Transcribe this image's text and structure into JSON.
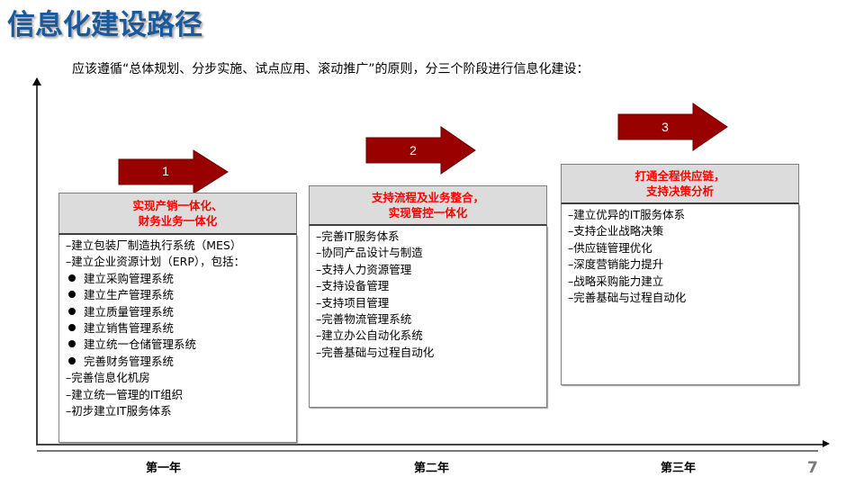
{
  "page": {
    "title": "信息化建设路径",
    "subtitle": "应该遵循“总体规划、分步实施、试点应用、滚动推广”的原则，分三个阶段进行信息化建设：",
    "page_number": "7"
  },
  "colors": {
    "title": "#1a5a9c",
    "arrow_fill": "#990000",
    "header_bg": "#dcdcdc",
    "header_text": "#ff0000"
  },
  "timeline": {
    "years": [
      "第一年",
      "第二年",
      "第三年"
    ]
  },
  "phases": [
    {
      "step": "1",
      "header_lines": [
        "实现产销一体化、",
        "财务业务一体化"
      ],
      "items": [
        {
          "type": "dash",
          "text": "–建立包装厂制造执行系统（MES）"
        },
        {
          "type": "dash",
          "text": "–建立企业资源计划（ERP），包括："
        },
        {
          "type": "bullet",
          "text": "建立采购管理系统"
        },
        {
          "type": "bullet",
          "text": "建立生产管理系统"
        },
        {
          "type": "bullet",
          "text": "建立质量管理系统"
        },
        {
          "type": "bullet",
          "text": "建立销售管理系统"
        },
        {
          "type": "bullet",
          "text": "建立统一仓储管理系统"
        },
        {
          "type": "bullet",
          "text": "完善财务管理系统"
        },
        {
          "type": "dash",
          "text": "–完善信息化机房"
        },
        {
          "type": "dash",
          "text": "–建立统一管理的IT组织"
        },
        {
          "type": "dash",
          "text": "–初步建立IT服务体系"
        }
      ]
    },
    {
      "step": "2",
      "header_lines": [
        "支持流程及业务整合，",
        "实现管控一体化"
      ],
      "items": [
        {
          "type": "dash",
          "text": "–完善IT服务体系"
        },
        {
          "type": "dash",
          "text": "–协同产品设计与制造"
        },
        {
          "type": "dash",
          "text": "–支持人力资源管理"
        },
        {
          "type": "dash",
          "text": "–支持设备管理"
        },
        {
          "type": "dash",
          "text": "–支持项目管理"
        },
        {
          "type": "dash",
          "text": "–完善物流管理系统"
        },
        {
          "type": "dash",
          "text": "–建立办公自动化系统"
        },
        {
          "type": "dash",
          "text": "–完善基础与过程自动化"
        }
      ]
    },
    {
      "step": "3",
      "header_lines": [
        "打通全程供应链，",
        "支持决策分析"
      ],
      "items": [
        {
          "type": "dash",
          "text": "–建立优异的IT服务体系"
        },
        {
          "type": "dash",
          "text": "–支持企业战略决策"
        },
        {
          "type": "dash",
          "text": "–供应链管理优化"
        },
        {
          "type": "dash",
          "text": "–深度营销能力提升"
        },
        {
          "type": "dash",
          "text": "–战略采购能力建立"
        },
        {
          "type": "dash",
          "text": "–完善基础与过程自动化"
        }
      ]
    }
  ]
}
